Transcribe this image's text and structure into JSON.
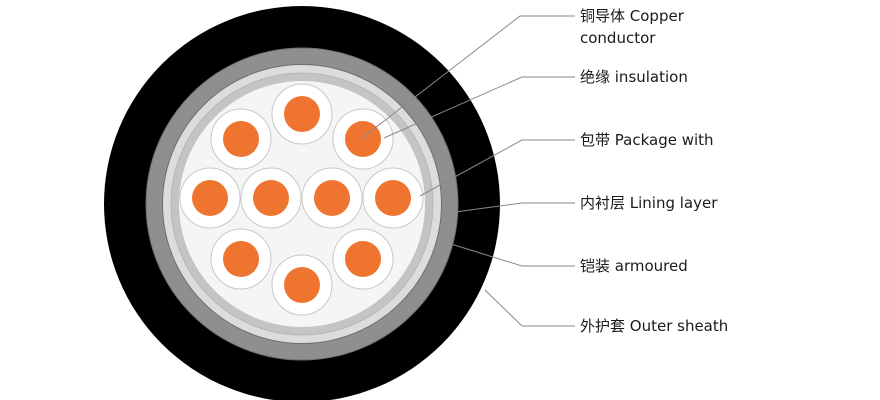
{
  "colors": {
    "outer_sheath": "#000000",
    "armour": "#8f8f8f",
    "armour_edge": "#6e6e6e",
    "lining_layer": "#dcdcdc",
    "package_band": "#c4c4c4",
    "filler": "#f5f5f5",
    "insulation": "#ffffff",
    "insulation_edge": "#c8c8c8",
    "conductor": "#ee7430",
    "leader_line": "#8a8a8a"
  },
  "cores_count": 10,
  "labels": [
    {
      "id": "conductor",
      "line1": "铜导体 Copper",
      "line2": "conductor"
    },
    {
      "id": "insulation",
      "line1": "绝缘 insulation"
    },
    {
      "id": "package",
      "line1": "包带 Package with"
    },
    {
      "id": "lining",
      "line1": "内衬层 Lining layer"
    },
    {
      "id": "armour",
      "line1": "铠装 armoured"
    },
    {
      "id": "sheath",
      "line1": "外护套 Outer sheath"
    }
  ]
}
